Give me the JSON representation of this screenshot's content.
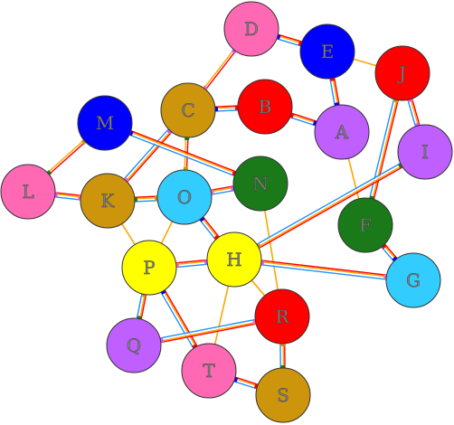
{
  "nodes": [
    {
      "id": "D",
      "label": "D",
      "color": "#ff69b4"
    },
    {
      "id": "E",
      "label": "E",
      "color": "#0000ff"
    },
    {
      "id": "J",
      "label": "J",
      "color": "#ff0000"
    },
    {
      "id": "M",
      "label": "M",
      "color": "#0000ff"
    },
    {
      "id": "C",
      "label": "C",
      "color": "#cd950c"
    },
    {
      "id": "B",
      "label": "B",
      "color": "#ff0000"
    },
    {
      "id": "A",
      "label": "A",
      "color": "#bf5fff"
    },
    {
      "id": "I",
      "label": "I",
      "color": "#bf5fff"
    },
    {
      "id": "L",
      "label": "L",
      "color": "#ff69b4"
    },
    {
      "id": "K",
      "label": "K",
      "color": "#cd950c"
    },
    {
      "id": "O",
      "label": "O",
      "color": "#33ccff"
    },
    {
      "id": "N",
      "label": "N",
      "color": "#1a7a1a"
    },
    {
      "id": "F",
      "label": "F",
      "color": "#1a7a1a"
    },
    {
      "id": "P",
      "label": "P",
      "color": "#ffff00"
    },
    {
      "id": "H",
      "label": "H",
      "color": "#ffff00"
    },
    {
      "id": "G",
      "label": "G",
      "color": "#33ccff"
    },
    {
      "id": "R",
      "label": "R",
      "color": "#ff0000"
    },
    {
      "id": "Q",
      "label": "Q",
      "color": "#bf5fff"
    },
    {
      "id": "T",
      "label": "T",
      "color": "#ff69b4"
    },
    {
      "id": "S",
      "label": "S",
      "color": "#cd950c"
    }
  ],
  "edges": [
    {
      "from": "D",
      "to": "E",
      "style": "multi"
    },
    {
      "from": "D",
      "to": "C",
      "style": "red-orange"
    },
    {
      "from": "E",
      "to": "J",
      "style": "orange"
    },
    {
      "from": "E",
      "to": "A",
      "style": "multi"
    },
    {
      "from": "J",
      "to": "I",
      "style": "multi"
    },
    {
      "from": "J",
      "to": "F",
      "style": "multi"
    },
    {
      "from": "C",
      "to": "B",
      "style": "multi"
    },
    {
      "from": "C",
      "to": "K",
      "style": "multi"
    },
    {
      "from": "C",
      "to": "O",
      "style": "red-orange"
    },
    {
      "from": "B",
      "to": "A",
      "style": "multi"
    },
    {
      "from": "A",
      "to": "F",
      "style": "orange"
    },
    {
      "from": "M",
      "to": "L",
      "style": "red-orange"
    },
    {
      "from": "M",
      "to": "N",
      "style": "multi"
    },
    {
      "from": "L",
      "to": "K",
      "style": "multi"
    },
    {
      "from": "K",
      "to": "O",
      "style": "multi"
    },
    {
      "from": "K",
      "to": "P",
      "style": "orange"
    },
    {
      "from": "O",
      "to": "N",
      "style": "multi"
    },
    {
      "from": "O",
      "to": "P",
      "style": "orange"
    },
    {
      "from": "O",
      "to": "H",
      "style": "multi"
    },
    {
      "from": "N",
      "to": "R",
      "style": "orange"
    },
    {
      "from": "I",
      "to": "H",
      "style": "multi"
    },
    {
      "from": "F",
      "to": "G",
      "style": "multi"
    },
    {
      "from": "P",
      "to": "H",
      "style": "multi"
    },
    {
      "from": "P",
      "to": "Q",
      "style": "multi"
    },
    {
      "from": "P",
      "to": "T",
      "style": "multi"
    },
    {
      "from": "H",
      "to": "G",
      "style": "multi"
    },
    {
      "from": "H",
      "to": "T",
      "style": "orange"
    },
    {
      "from": "H",
      "to": "R",
      "style": "orange"
    },
    {
      "from": "R",
      "to": "Q",
      "style": "multi"
    },
    {
      "from": "R",
      "to": "S",
      "style": "multi"
    },
    {
      "from": "T",
      "to": "S",
      "style": "multi"
    }
  ],
  "edge_colors": {
    "red": "#ff0000",
    "orange": "#ffa500",
    "blue": "#1e90ff",
    "tick": [
      "#0000ff",
      "#bf5fff",
      "#1a7a1a",
      "#ff0000",
      "#ff69b4",
      "#cd950c"
    ]
  }
}
